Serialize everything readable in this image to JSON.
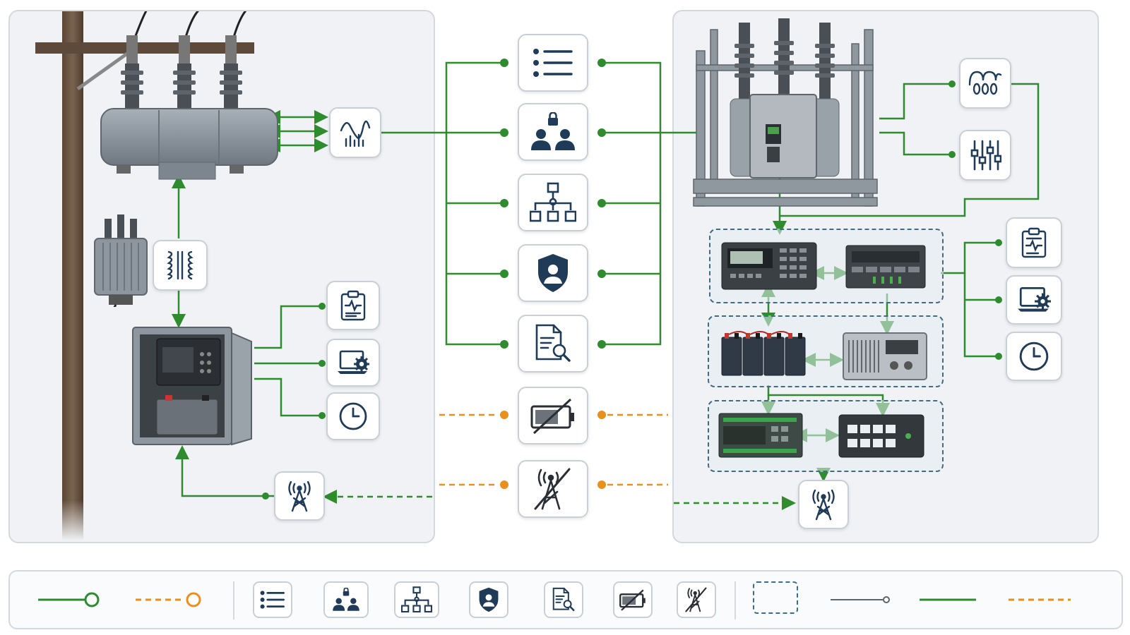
{
  "colors": {
    "wire_green": "#2e8b2e",
    "wire_orange": "#e8901e",
    "icon_navy": "#1f3b57",
    "panel_bg": "#f0f2f5",
    "group_border": "#3f6b86"
  },
  "center_icons": [
    "list-icon",
    "user-lock-icon",
    "hierarchy-icon",
    "shield-user-icon",
    "document-search-icon",
    "battery-disabled-icon",
    "tower-disabled-icon"
  ],
  "left_panel": {
    "equipment": [
      "pole",
      "pole-recloser",
      "potential-transformer",
      "control-cabinet"
    ],
    "icons": [
      "waveform-icon",
      "transformer-icon",
      "clipboard-chart-icon",
      "laptop-gear-icon",
      "clock-icon",
      "radio-tower-icon"
    ]
  },
  "right_panel": {
    "equipment": [
      "substation-breaker",
      "relay-controller",
      "protection-relay",
      "battery-bank",
      "power-supply",
      "io-controller",
      "network-switch"
    ],
    "icons": [
      "coil-icon",
      "sliders-icon",
      "clipboard-chart-icon",
      "laptop-gear-icon",
      "clock-icon",
      "radio-tower-icon"
    ]
  },
  "legend": {
    "items": [
      "solid-link-symbol",
      "dashed-link-symbol",
      "list-icon",
      "user-lock-icon",
      "hierarchy-icon",
      "shield-user-icon",
      "document-search-icon",
      "battery-disabled-icon",
      "tower-disabled-icon",
      "dashed-group-symbol",
      "thin-link-symbol",
      "solid-line-symbol",
      "dashed-line-symbol"
    ]
  }
}
